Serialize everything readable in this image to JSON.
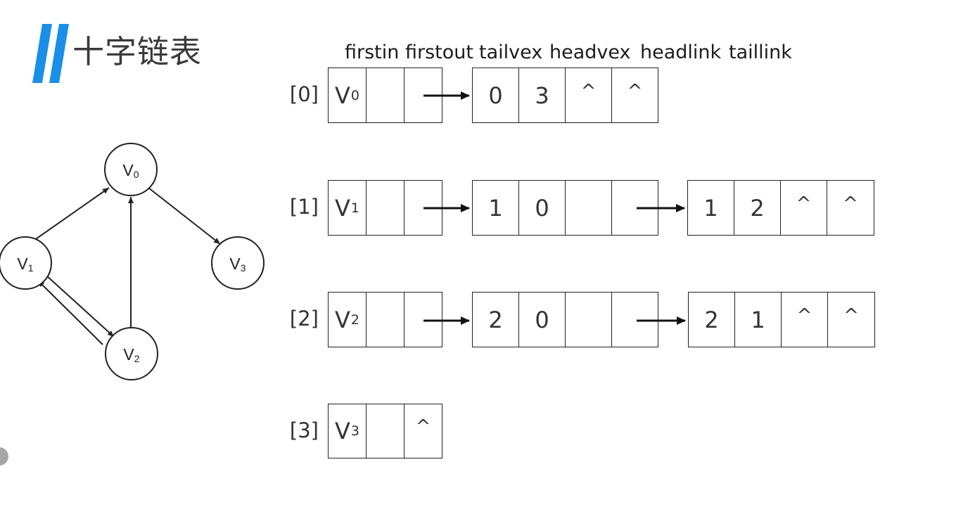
{
  "title": "十字链表",
  "field_labels": [
    "firstin",
    "firstout",
    "tailvex",
    "headvex",
    "headlink",
    "taillink"
  ],
  "graph": {
    "nodes": [
      {
        "id": "v0",
        "label": "V",
        "sub": "0"
      },
      {
        "id": "v1",
        "label": "V",
        "sub": "1"
      },
      {
        "id": "v2",
        "label": "V",
        "sub": "2"
      },
      {
        "id": "v3",
        "label": "V",
        "sub": "3"
      }
    ],
    "edges": [
      {
        "from": "v1",
        "to": "v0"
      },
      {
        "from": "v0",
        "to": "v3"
      },
      {
        "from": "v2",
        "to": "v0"
      },
      {
        "from": "v1",
        "to": "v2"
      },
      {
        "from": "v2",
        "to": "v1"
      }
    ]
  },
  "rows": [
    {
      "index": "[0]",
      "vertex": {
        "label": "V",
        "sub": "0",
        "firstin": "",
        "firstout": ""
      },
      "arcs": [
        {
          "tailvex": "0",
          "headvex": "3",
          "headlink": "^",
          "taillink": "^"
        }
      ]
    },
    {
      "index": "[1]",
      "vertex": {
        "label": "V",
        "sub": "1",
        "firstin": "",
        "firstout": ""
      },
      "arcs": [
        {
          "tailvex": "1",
          "headvex": "0",
          "headlink": "",
          "taillink": ""
        },
        {
          "tailvex": "1",
          "headvex": "2",
          "headlink": "^",
          "taillink": "^"
        }
      ]
    },
    {
      "index": "[2]",
      "vertex": {
        "label": "V",
        "sub": "2",
        "firstin": "",
        "firstout": ""
      },
      "arcs": [
        {
          "tailvex": "2",
          "headvex": "0",
          "headlink": "",
          "taillink": ""
        },
        {
          "tailvex": "2",
          "headvex": "1",
          "headlink": "^",
          "taillink": "^"
        }
      ]
    },
    {
      "index": "[3]",
      "vertex": {
        "label": "V",
        "sub": "3",
        "firstin": "",
        "firstout": "^"
      },
      "arcs": []
    }
  ],
  "colors": {
    "title_bars": "#1a8fe8",
    "line": "#222222",
    "scroll_dot": "#a6a6a6"
  }
}
